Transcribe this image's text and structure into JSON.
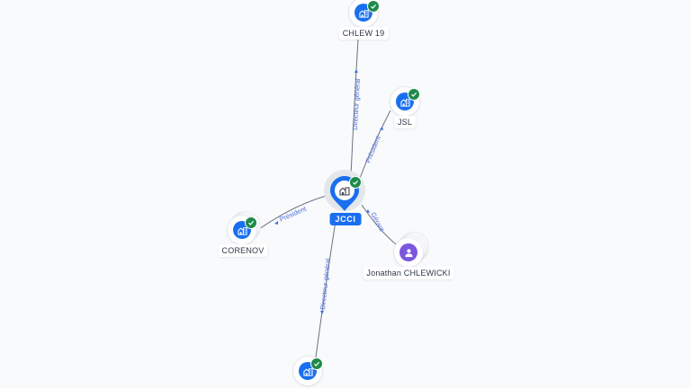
{
  "colors": {
    "background": "#f8fafc",
    "company_node": "#1a6ff0",
    "person_node": "#7b57e0",
    "verified_badge": "#1e8a4a",
    "edge": "#6b7280",
    "edge_label": "#4f6ed8"
  },
  "center_node": {
    "name": "JCCI",
    "type": "company",
    "icon": "building-icon",
    "verified": true
  },
  "nodes": [
    {
      "id": "chlew19",
      "name": "CHLEW 19",
      "type": "company",
      "icon": "building-icon",
      "verified": true
    },
    {
      "id": "jsl",
      "name": "JSL",
      "type": "company",
      "icon": "building-icon",
      "verified": true
    },
    {
      "id": "corenov",
      "name": "CORENOV",
      "type": "company",
      "icon": "building-icon",
      "verified": true
    },
    {
      "id": "jonathan",
      "name": "Jonathan CHLEWICKI",
      "type": "person",
      "icon": "person-icon",
      "verified": false
    },
    {
      "id": "bottom",
      "name": "",
      "type": "company",
      "icon": "building-icon",
      "verified": true
    }
  ],
  "edges": [
    {
      "from": "jcci",
      "to": "chlew19",
      "label": "Directeur général"
    },
    {
      "from": "jcci",
      "to": "jsl",
      "label": "Président"
    },
    {
      "from": "jcci",
      "to": "corenov",
      "label": "Président"
    },
    {
      "from": "jonathan",
      "to": "jcci",
      "label": "Gérant"
    },
    {
      "from": "jcci",
      "to": "bottom",
      "label": "Directeur général"
    }
  ]
}
